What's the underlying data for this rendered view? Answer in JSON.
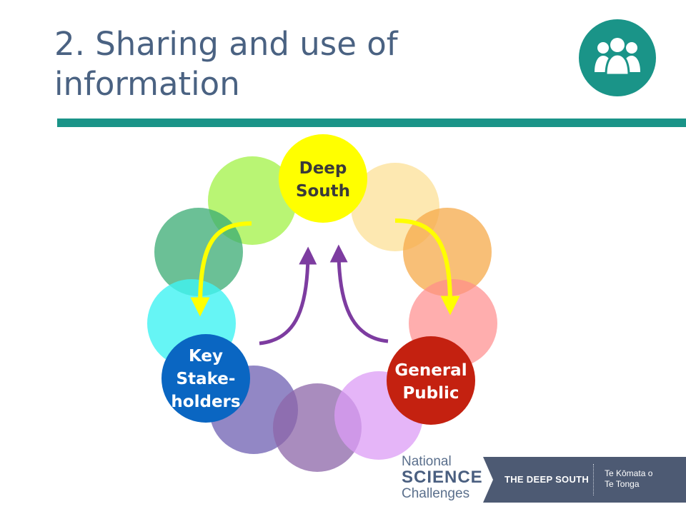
{
  "slide": {
    "title": "2. Sharing and use of information",
    "icon": "team-icon",
    "accent_color": "#1a9488"
  },
  "diagram": {
    "nodes": [
      {
        "id": "deep-south",
        "lines": [
          "Deep",
          "South"
        ],
        "color": "#ffff00",
        "text_color": "#3a3a3a"
      },
      {
        "id": "key-stakeholders",
        "lines": [
          "Key",
          "Stake-",
          "holders"
        ],
        "color": "#0a66c2",
        "text_color": "#ffffff"
      },
      {
        "id": "general-public",
        "lines": [
          "General",
          "Public"
        ],
        "color": "#c42110",
        "text_color": "#ffffff"
      }
    ],
    "arrow_colors": {
      "outward": "#ffff00",
      "inward": "#7d3ca0"
    }
  },
  "footer": {
    "brand_top": "National",
    "brand_mid": "SCIENCE",
    "brand_bottom": "Challenges",
    "name": "THE DEEP SOUTH",
    "maori_line1": "Te Kōmata o",
    "maori_line2": "Te Tonga"
  }
}
